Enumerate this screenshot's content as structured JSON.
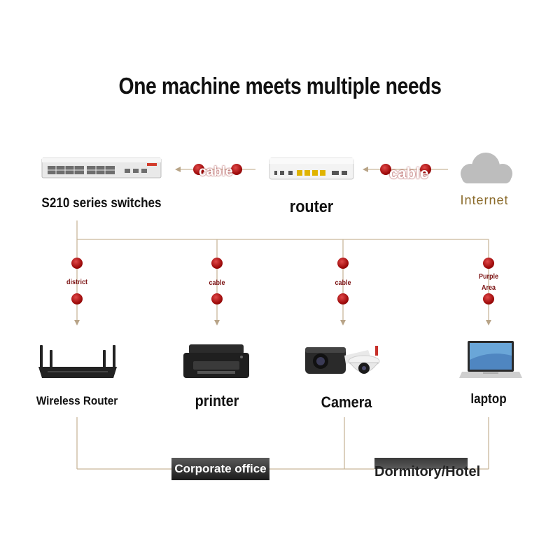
{
  "title": "One machine meets multiple needs",
  "top_row": {
    "switch_label": "S210 series switches",
    "router_label": "router",
    "internet_label": "Internet",
    "cable_left": "cable",
    "cable_right": "cable"
  },
  "branches": [
    {
      "connector": "district",
      "device": "Wireless Router"
    },
    {
      "connector": "cable",
      "device": "printer"
    },
    {
      "connector": "cable",
      "device": "Camera"
    },
    {
      "connector_line1": "Purple",
      "connector_line2": "Area",
      "device": "laptop"
    }
  ],
  "bottom": {
    "left_bar": "Corporate office",
    "right_bar": "Dormitory/Hotel"
  },
  "colors": {
    "line": "#c9b79a",
    "accent_red": "#a00c0c",
    "arrow": "#b8a487"
  }
}
